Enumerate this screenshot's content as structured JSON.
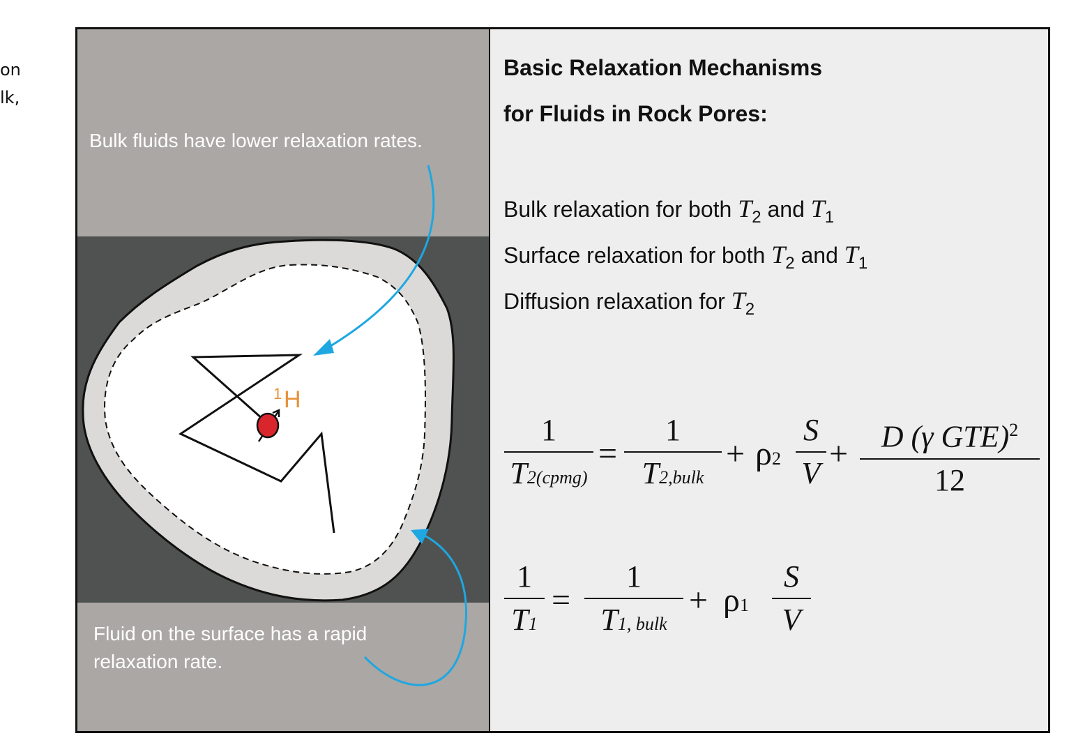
{
  "edge_text": [
    "on",
    "lk,"
  ],
  "callouts": {
    "bulk": "Bulk fluids have lower relaxation rates.",
    "surface_line1": "Fluid on the surface has a rapid",
    "surface_line2": "relaxation rate."
  },
  "nucleus": {
    "mass": "1",
    "symbol": "H"
  },
  "headings": {
    "line1": "Basic Relaxation Mechanisms",
    "line2": "for Fluids in Rock Pores:"
  },
  "mechanisms": [
    {
      "text": "Bulk relaxation for both",
      "t_a": "T",
      "sub_a": "2",
      "joiner": "and",
      "t_b": "T",
      "sub_b": "1"
    },
    {
      "text": "Surface relaxation for both",
      "t_a": "T",
      "sub_a": "2",
      "joiner": "and",
      "t_b": "T",
      "sub_b": "1"
    },
    {
      "text": "Diffusion relaxation for",
      "t_a": "T",
      "sub_a": "2"
    }
  ],
  "equations": {
    "t2": {
      "lhs_num": "1",
      "lhs_den": "T",
      "lhs_den_sub": "2(cpmg)",
      "bulk_num": "1",
      "bulk_den": "T",
      "bulk_den_sub": "2,bulk",
      "rho": "ρ",
      "rho_sub": "2",
      "sv_num": "S",
      "sv_den": "V",
      "diff_num": "D (γ GTE)",
      "diff_exp": "2",
      "diff_den": "12",
      "equals": "=",
      "plus": "+"
    },
    "t1": {
      "lhs_num": "1",
      "lhs_den": "T",
      "lhs_den_sub": "1",
      "bulk_num": "1",
      "bulk_den": "T",
      "bulk_den_sub": "1, bulk",
      "rho": "ρ",
      "rho_sub": "1",
      "sv_num": "S",
      "sv_den": "V",
      "equals": "=",
      "plus": "+"
    }
  },
  "colors": {
    "band_light": "#aaa7a4",
    "band_dark": "#4f5250",
    "grain": "#dcdad8",
    "arrow": "#1ea7e1",
    "nucleus_fill": "#d9262c",
    "nucleus_label": "#e8913a",
    "panel_bg": "#eeeeee"
  },
  "icons": {
    "nucleus": "hydrogen-spin-icon",
    "bulk_arrow": "curved-arrow-icon",
    "surface_arrow": "curved-arrow-icon"
  }
}
